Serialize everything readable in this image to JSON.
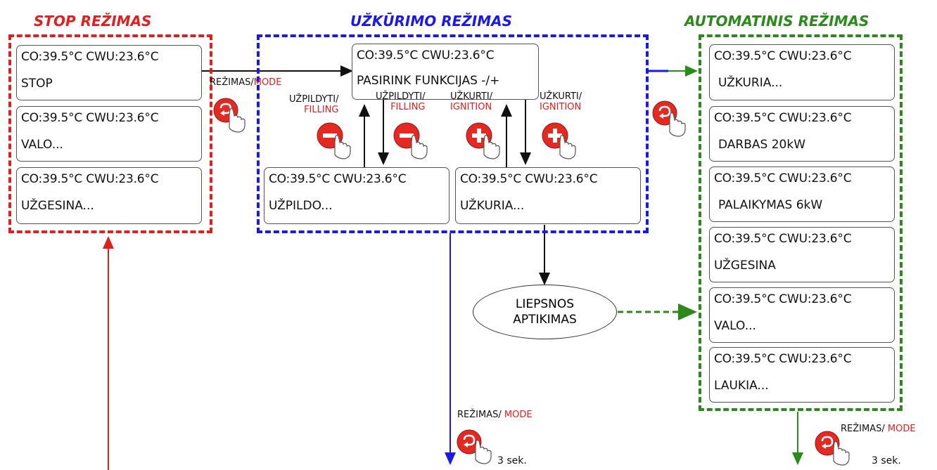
{
  "colors": {
    "red": "#e0201f",
    "blue": "#1a1ae8",
    "green": "#2a8a1a",
    "black": "#111111"
  },
  "titles": {
    "stop": "STOP REŽIMAS",
    "ignition": "UŽKŪRIMO REŽIMAS",
    "auto": "AUTOMATINIS REŽIMAS"
  },
  "status": {
    "stop": "CO:39.5°C  CWU:23.6°C",
    "ign": "CO:39.5°C  CWU:23.6°C",
    "auto": "CO:39.5°C  CWU:23.6°C"
  },
  "stop_mode": {
    "screens": [
      "STOP",
      "VALO...",
      "UŽGESINA..."
    ]
  },
  "ignition_mode": {
    "top": "PASIRINK FUNKCIJAS -/+",
    "fill": "UŽPILDO...",
    "ignite": "UŽKURIA..."
  },
  "auto_mode": {
    "screens": [
      "UŽKURIA...",
      "DARBAS 20kW",
      "PALAIKYMAS 6kW",
      "UŽGESINA",
      "VALO...",
      "LAUKIA..."
    ]
  },
  "labels": {
    "mode_prefix": "REŽIMAS/",
    "mode_prefix_sp": "REŽIMAS/ ",
    "mode": "MODE",
    "fill_lt": "UŽPILDYTI/",
    "fill_en": "FILLING",
    "ign_lt": "UŽKURTI/",
    "ign_en": "IGNITION",
    "sec": "3 sek."
  },
  "flame": {
    "line1": "LIEPSNOS",
    "line2": "APTIKIMAS"
  },
  "icons": [
    "mode-back-icon",
    "minus-icon",
    "plus-icon",
    "hand-pointer-icon"
  ]
}
